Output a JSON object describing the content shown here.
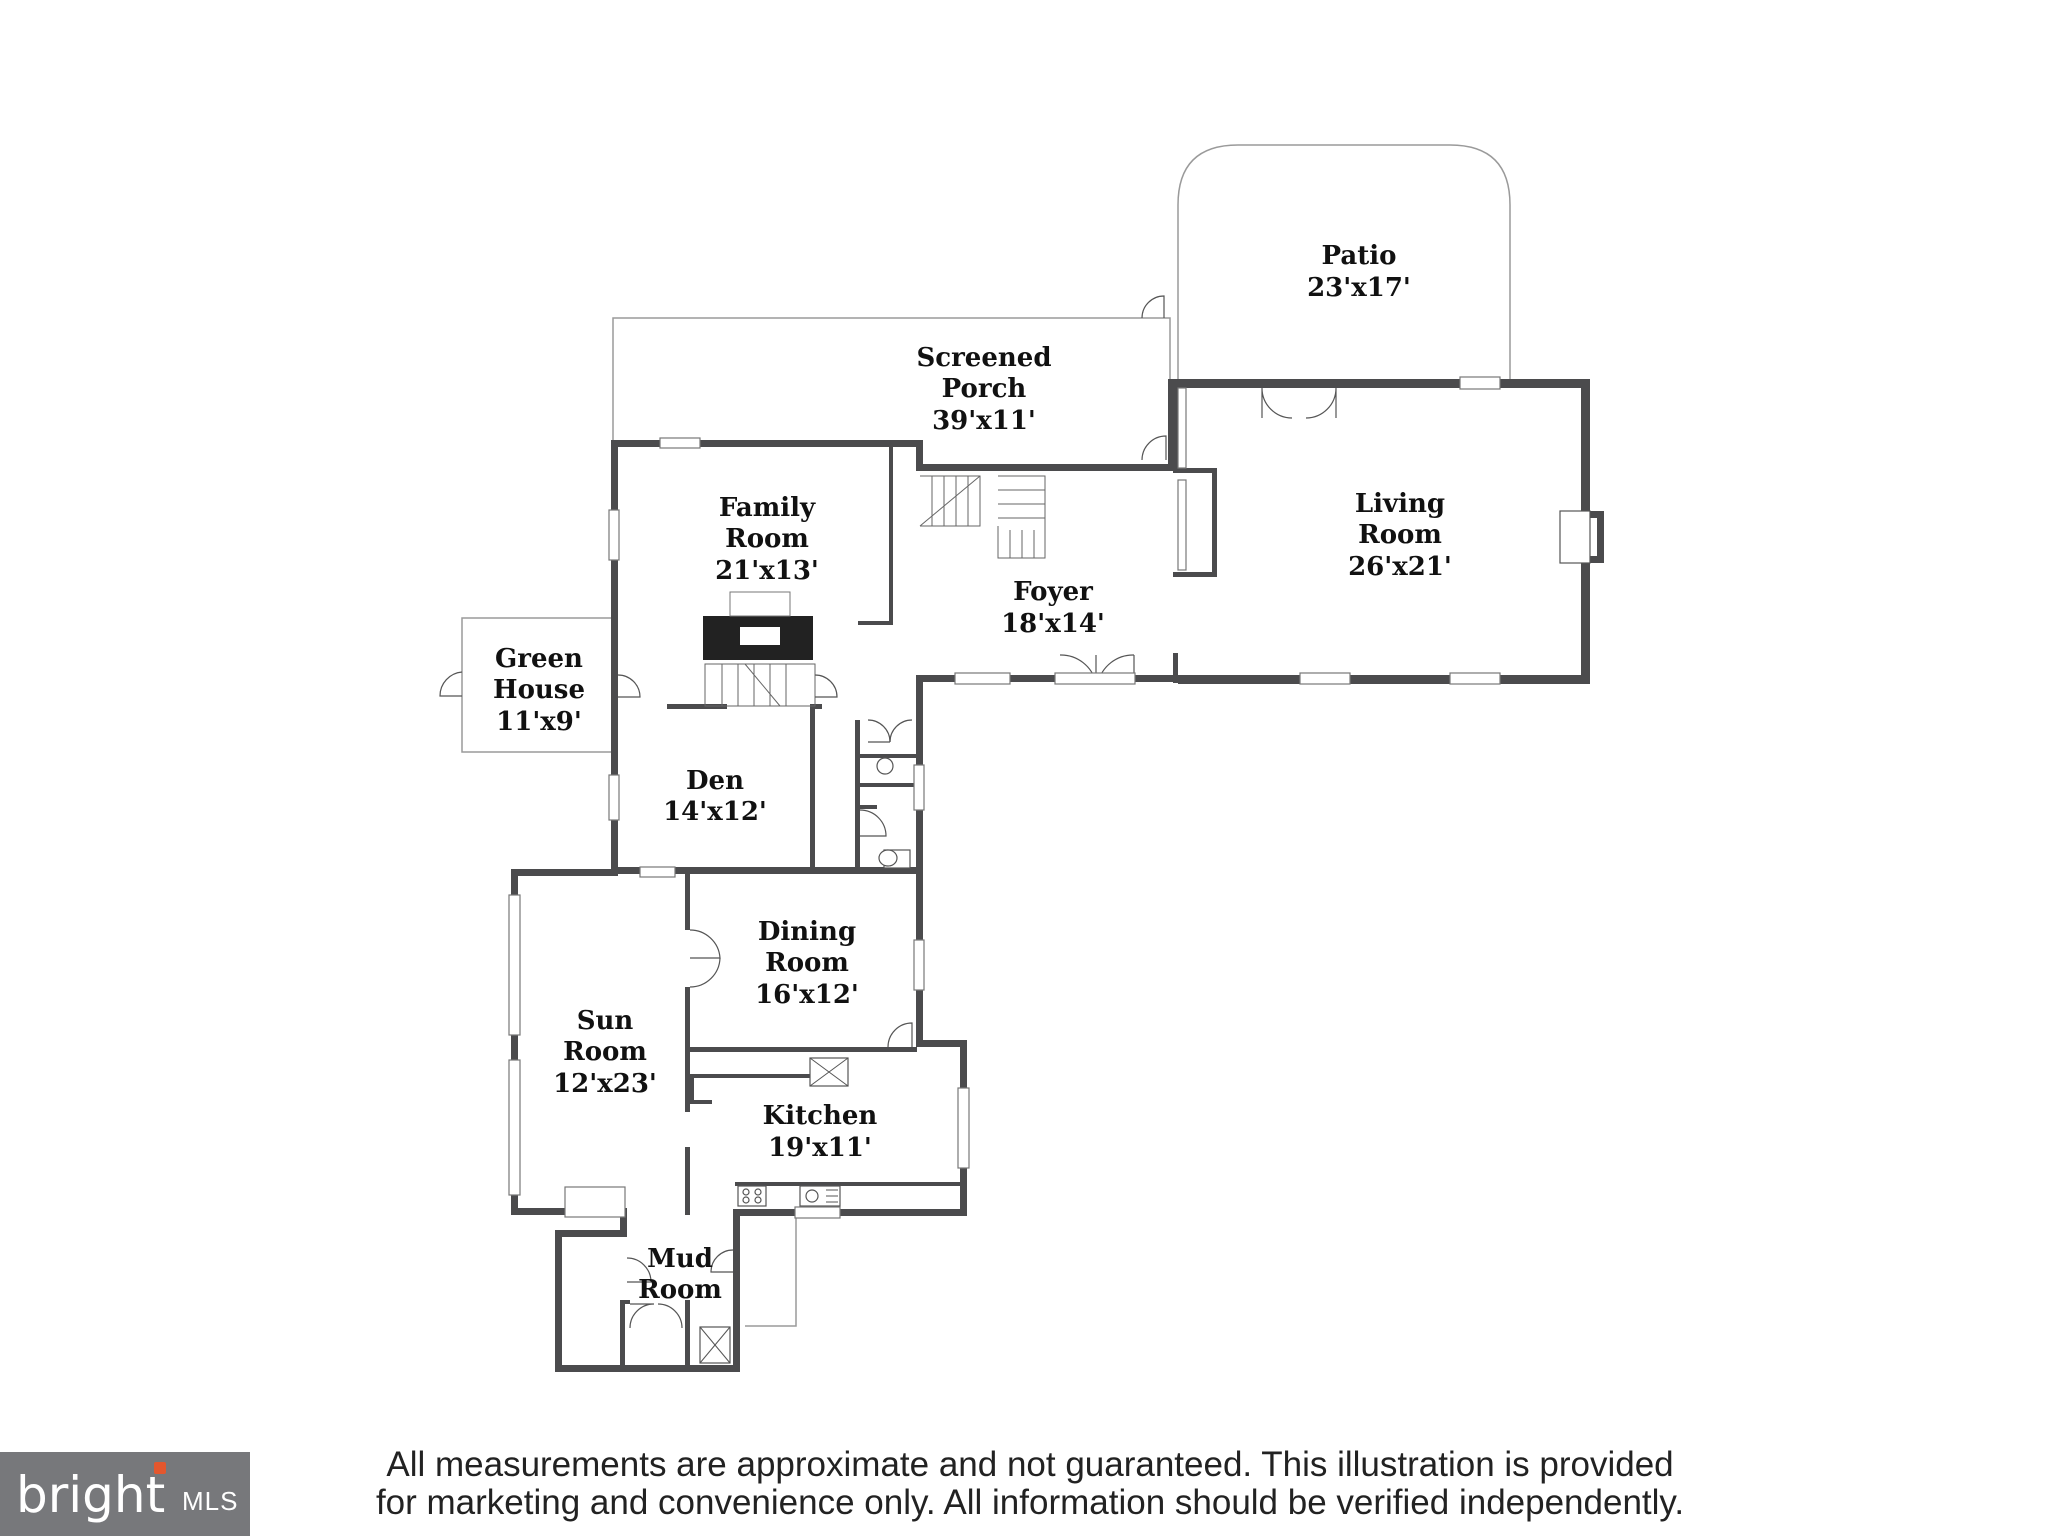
{
  "rooms": {
    "patio": {
      "name": "Patio",
      "size": "23'x17'"
    },
    "screened_porch": {
      "name1": "Screened",
      "name2": "Porch",
      "size": "39'x11'"
    },
    "family_room": {
      "name1": "Family",
      "name2": "Room",
      "size": "21'x13'"
    },
    "living_room": {
      "name1": "Living",
      "name2": "Room",
      "size": "26'x21'"
    },
    "foyer": {
      "name": "Foyer",
      "size": "18'x14'"
    },
    "green_house": {
      "name1": "Green",
      "name2": "House",
      "size": "11'x9'"
    },
    "den": {
      "name": "Den",
      "size": "14'x12'"
    },
    "dining_room": {
      "name1": "Dining",
      "name2": "Room",
      "size": "16'x12'"
    },
    "sun_room": {
      "name1": "Sun",
      "name2": "Room",
      "size": "12'x23'"
    },
    "kitchen": {
      "name": "Kitchen",
      "size": "19'x11'"
    },
    "mud_room": {
      "name1": "Mud",
      "name2": "Room"
    }
  },
  "disclaimer": {
    "line1": "All measurements are approximate and not guaranteed. This illustration is provided",
    "line2": "for marketing and convenience only. All information should be verified independently."
  },
  "logo": {
    "brand": "bright",
    "suffix": "MLS"
  },
  "colors": {
    "wall": "#4b4b4d",
    "logo_bg": "#77787b",
    "logo_accent": "#e4572e"
  }
}
